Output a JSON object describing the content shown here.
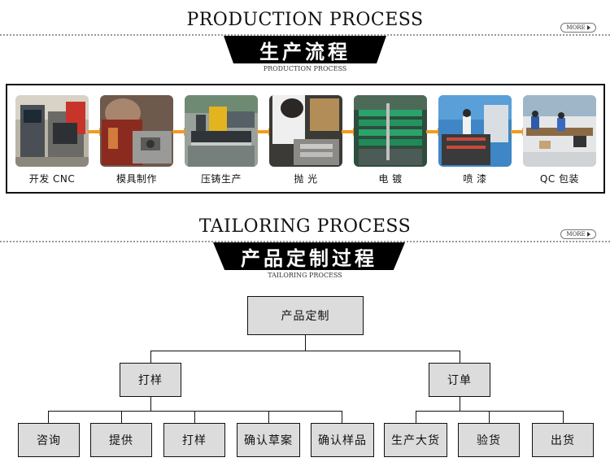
{
  "production": {
    "title": "PRODUCTION PROCESS",
    "ribbon": "生产流程",
    "subtitle": "PRODUCTION PROCESS",
    "more": "MORE",
    "steps": [
      {
        "label": "开发 CNC",
        "icon": "cnc-machine-photo"
      },
      {
        "label": "模具制作",
        "icon": "mold-making-photo"
      },
      {
        "label": "压铸生产",
        "icon": "die-casting-photo"
      },
      {
        "label": "抛 光",
        "icon": "polishing-photo"
      },
      {
        "label": "电 镀",
        "icon": "electroplating-photo"
      },
      {
        "label": "喷 漆",
        "icon": "spray-painting-photo"
      },
      {
        "label": "QC 包装",
        "icon": "qc-packing-photo"
      }
    ],
    "arrow_color": "#f39a1e"
  },
  "tailoring": {
    "title": "TAILORING PROCESS",
    "ribbon": "产品定制过程",
    "subtitle": "TAILORING PROCESS",
    "more": "MORE",
    "root": "产品定制",
    "branches": {
      "sample": "打样",
      "order": "订单"
    },
    "leaves": [
      "咨询",
      "提供",
      "打样",
      "确认草案",
      "确认样品",
      "生产大货",
      "验货",
      "出货"
    ]
  }
}
